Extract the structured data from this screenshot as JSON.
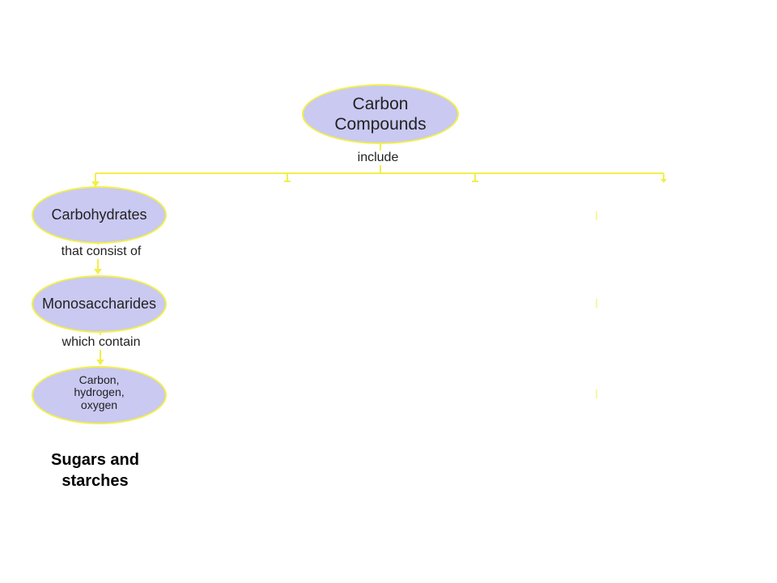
{
  "colors": {
    "node_fill": "#c9c9f2",
    "node_border": "#f2ef4a",
    "connector": "#f2ef4a"
  },
  "nodes": {
    "root": "Carbon\nCompounds",
    "carbohydrates": "Carbohydrates",
    "monosaccharides": "Monosaccharides",
    "elements": "Carbon,\nhydrogen,\noxygen"
  },
  "links": {
    "include": "include",
    "consist": "that consist of",
    "contain": "which contain"
  },
  "caption": "Sugars and\nstarches"
}
